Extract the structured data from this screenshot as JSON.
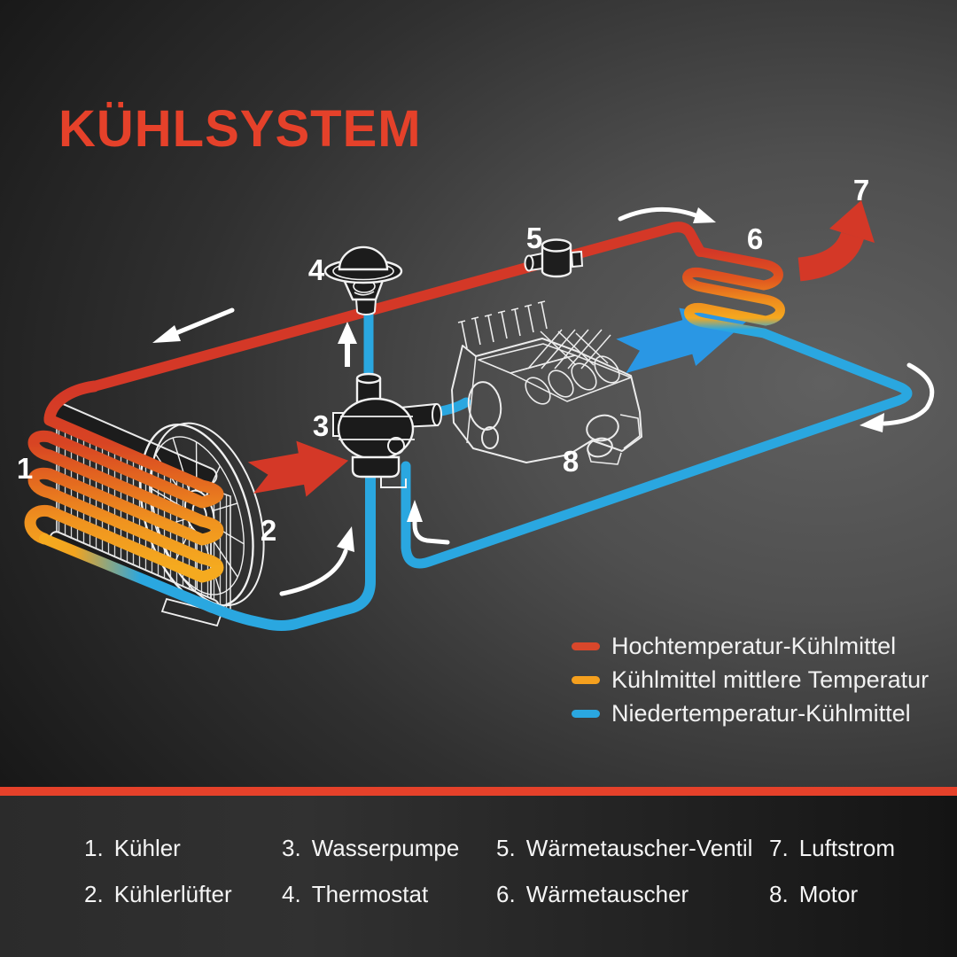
{
  "title": "KÜHLSYSTEM",
  "colors": {
    "accent_red": "#e5412a",
    "pipe_red": "#d43827",
    "pipe_orange": "#f5aa1f",
    "pipe_blue": "#2aa7e0",
    "background_dark": "#161616",
    "background_light": "#606060"
  },
  "legend": {
    "items": [
      {
        "label": "Hochtemperatur-Kühlmittel",
        "color": "#d9472b"
      },
      {
        "label": "Kühlmittel mittlere Temperatur",
        "color": "#f5a01e"
      },
      {
        "label": "Niedertemperatur-Kühlmittel",
        "color": "#2aa7e0"
      }
    ]
  },
  "diagram": {
    "labels": [
      {
        "num": "1"
      },
      {
        "num": "2"
      },
      {
        "num": "3"
      },
      {
        "num": "4"
      },
      {
        "num": "5"
      },
      {
        "num": "6"
      },
      {
        "num": "7"
      },
      {
        "num": "8"
      }
    ]
  },
  "parts_list": {
    "items": [
      {
        "num": "1.",
        "label": "Kühler"
      },
      {
        "num": "2.",
        "label": "Kühlerlüfter"
      },
      {
        "num": "3.",
        "label": "Wasserpumpe"
      },
      {
        "num": "4.",
        "label": "Thermostat"
      },
      {
        "num": "5.",
        "label": "Wärmetauscher-Ventil"
      },
      {
        "num": "6.",
        "label": "Wärmetauscher"
      },
      {
        "num": "7.",
        "label": "Luftstrom"
      },
      {
        "num": "8.",
        "label": "Motor"
      }
    ]
  }
}
